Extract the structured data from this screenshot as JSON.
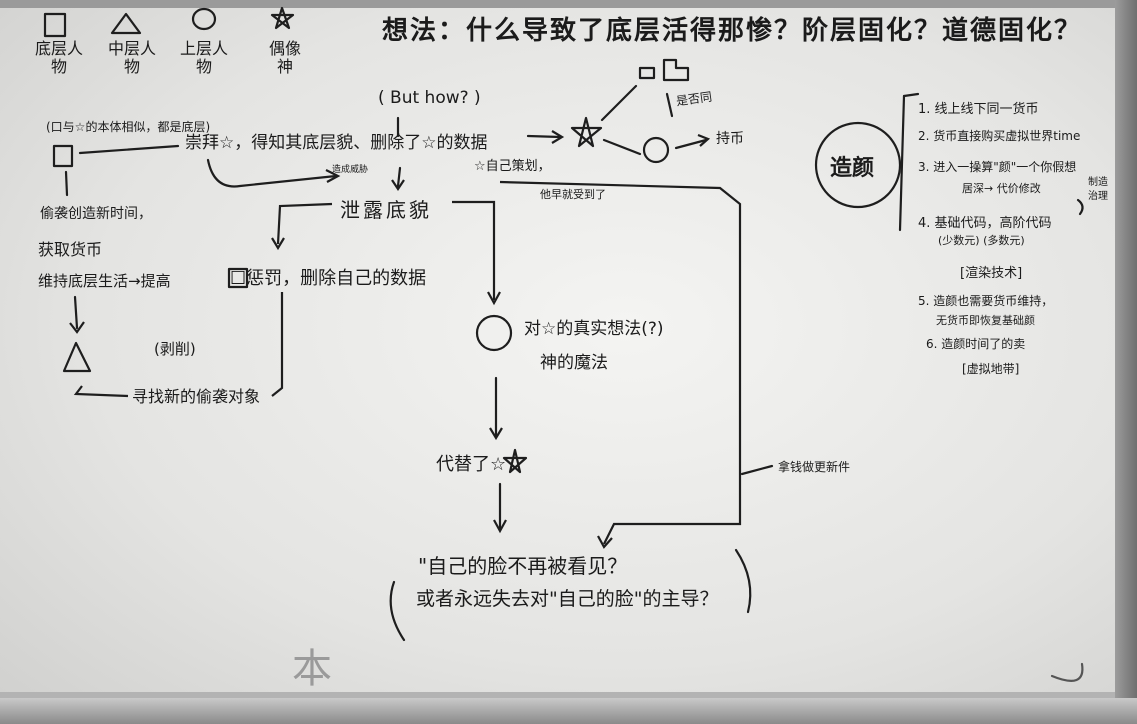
{
  "title": "想法：什么导致了底层活得那惨？阶层固化？道德固化？",
  "legend": [
    {
      "icon": "square-icon",
      "label": "底层人物"
    },
    {
      "icon": "triangle-icon",
      "label": "中层人物"
    },
    {
      "icon": "circle-icon",
      "label": "上层人物"
    },
    {
      "icon": "star-icon",
      "label": "偶像 神"
    }
  ],
  "left_flow": {
    "note": "(口与☆的本体相似，都是底层)",
    "spend_time": "偷袭创造新时间，",
    "earn_coin": "获取货币",
    "maintain": "维持底层生活→提高",
    "exploit_note": "(剥削)",
    "find_new": "寻找新的偷袭对象"
  },
  "center_flow": {
    "but_how": "( But how? )",
    "worship": "崇拜☆，得知其底层貌、删除了☆的数据",
    "accomplice": "造成威胁",
    "self_plan": "☆自己策划，",
    "was_reported": "他早就受到了",
    "peek_bottom": "泄露底貌",
    "punish": "☐惩罚，删除自己的数据",
    "true_face_q": "对☆的真实想法(?)",
    "god_look": "神的魔法",
    "replace_star": "代替了☆",
    "reflect_1": "\"自己的脸不再被看见？",
    "reflect_2": "或者永远失去对\"自己的脸\"的主导？",
    "take_money": "拿钱做更新件",
    "compare": "是否同",
    "money": "持币",
    "faint_mark": "本"
  },
  "right_panel": {
    "heading": "造颜",
    "items": [
      "1. 线上线下同一货币",
      "2. 货币直接购买虚拟世界time",
      "3. 进入一操算\"颜\"一个你假想",
      "居深→ 代价修改",
      "4. 基础代码，高阶代码",
      "(少数元)      (多数元)",
      "[渲染技术]",
      "5. 造颜也需要货币维持，",
      "无货币即恢复基础颜",
      "6. 造颜时间了的卖",
      "[虚拟地带]"
    ],
    "side_note": "制造 治理"
  }
}
